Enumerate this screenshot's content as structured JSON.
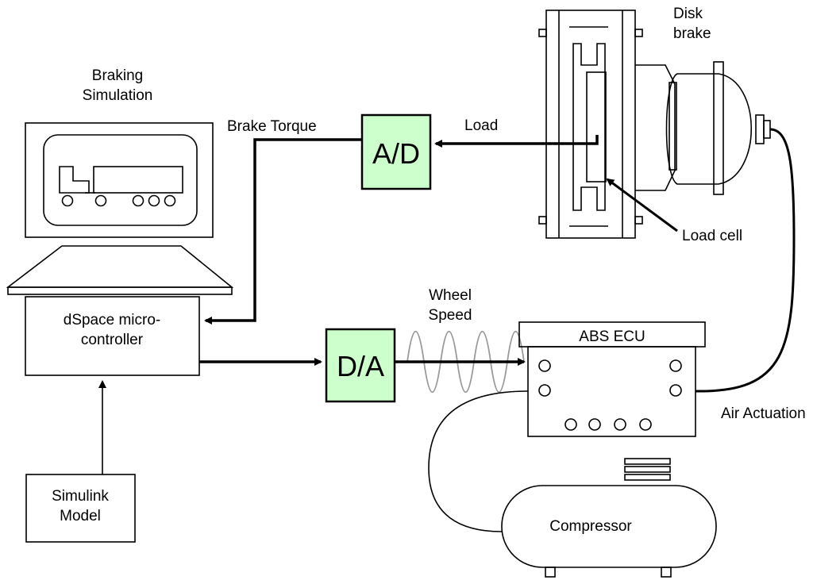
{
  "labels": {
    "braking_simulation_line1": "Braking",
    "braking_simulation_line2": "Simulation",
    "brake_torque": "Brake Torque",
    "ad": "A/D",
    "load": "Load",
    "disk_brake_line1": "Disk",
    "disk_brake_line2": "brake",
    "load_cell": "Load cell",
    "dspace_line1": "dSpace micro-",
    "dspace_line2": "controller",
    "wheel_speed_line1": "Wheel",
    "wheel_speed_line2": "Speed",
    "da": "D/A",
    "abs_ecu": "ABS ECU",
    "air_actuation": "Air Actuation",
    "simulink_line1": "Simulink",
    "simulink_line2": "Model",
    "compressor": "Compressor"
  },
  "colors": {
    "converter_fill": "#ccffcc",
    "stroke": "#000000",
    "signal_wave": "#999999"
  }
}
